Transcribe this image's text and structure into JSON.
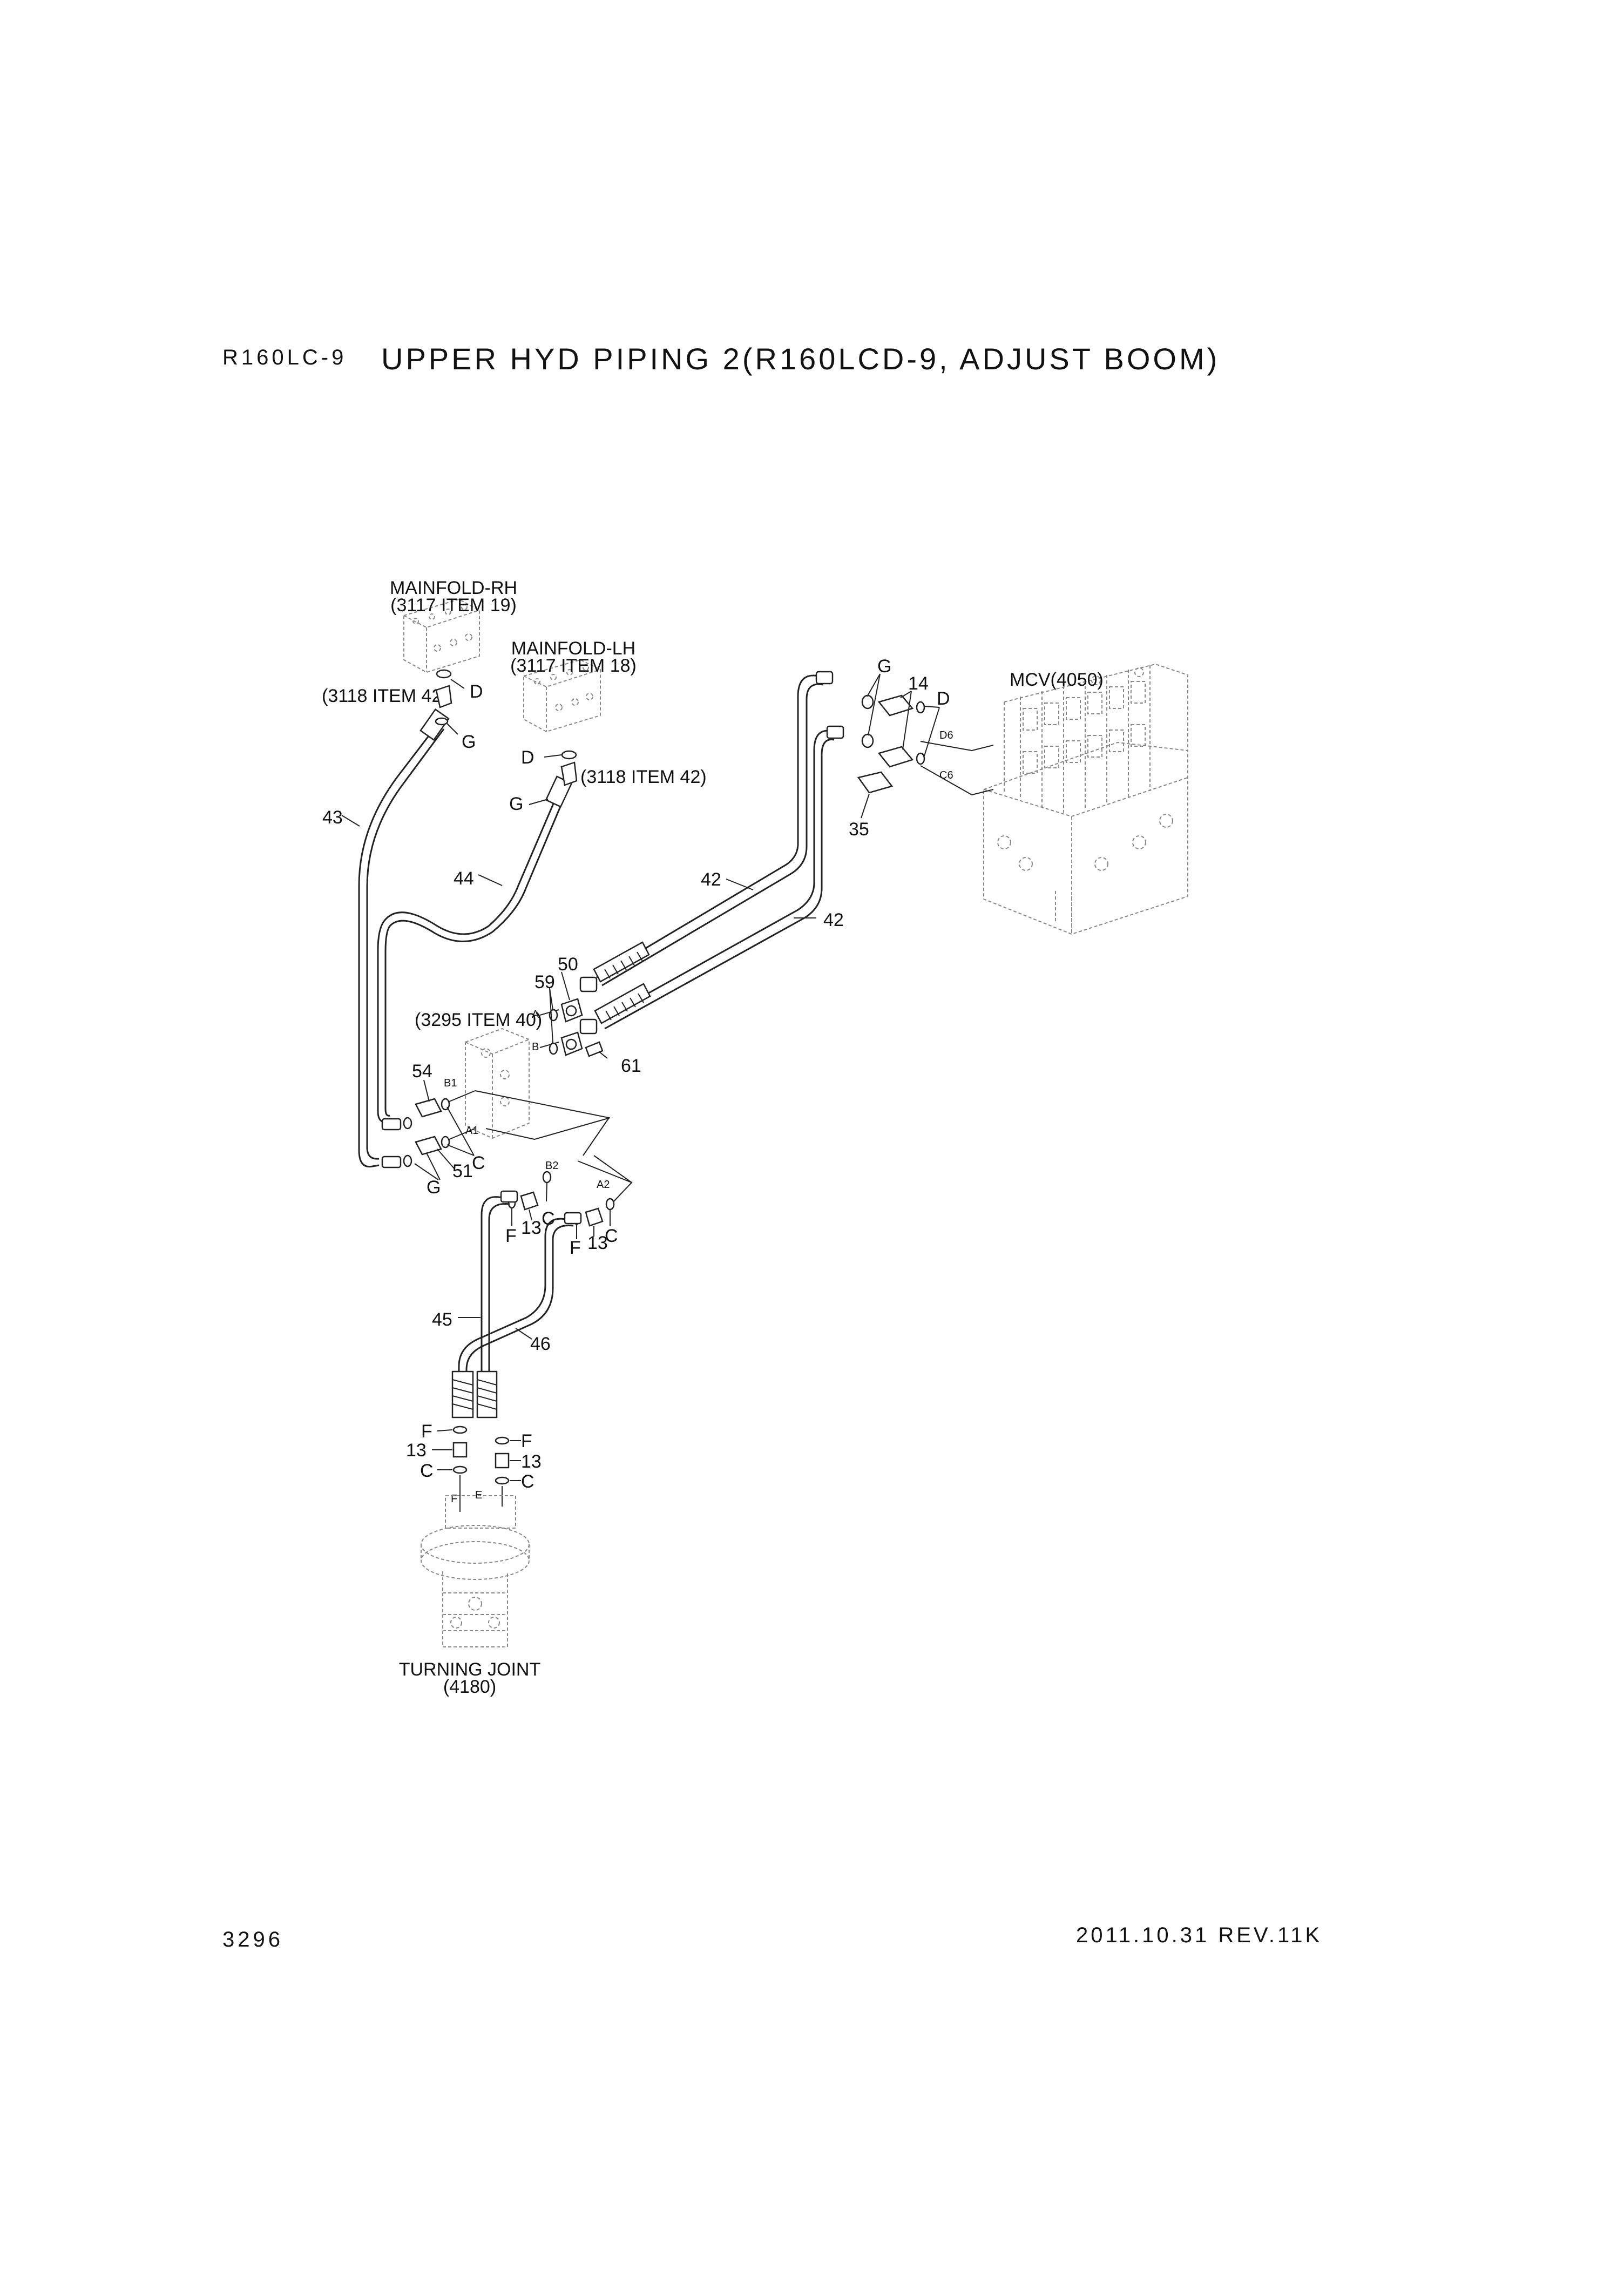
{
  "header": {
    "model": "R160LC-9",
    "title": "UPPER HYD PIPING 2(R160LCD-9, ADJUST BOOM)"
  },
  "footer": {
    "page_number": "3296",
    "revision": "2011.10.31  REV.11K"
  },
  "components": {
    "manifold_rh": "MAINFOLD-RH",
    "manifold_rh_ref": "(3117 ITEM 19)",
    "manifold_lh": "MAINFOLD-LH",
    "manifold_lh_ref": "(3117 ITEM 18)",
    "mcv": "MCV(4050)",
    "item42_ref_rh": "(3118 ITEM 42)",
    "item42_ref_lh": "(3118 ITEM 42)",
    "block_ref": "(3295 ITEM 40)",
    "turning_joint": "TURNING JOINT",
    "turning_joint_ref": "(4180)"
  },
  "port_labels": {
    "a": "A",
    "b": "B",
    "b1": "B1",
    "a1": "A1",
    "b2": "B2",
    "a2": "A2",
    "d6": "D6",
    "c6": "C6",
    "f": "F",
    "e": "E"
  },
  "part_numbers": {
    "p43": "43",
    "p44": "44",
    "p42a": "42",
    "p42b": "42",
    "p14": "14",
    "p35": "35",
    "p50": "50",
    "p59": "59",
    "p61": "61",
    "p54": "54",
    "p51": "51",
    "p13a": "13",
    "p13b": "13",
    "p13c": "13",
    "p13d": "13",
    "p45": "45",
    "p46": "46"
  },
  "seal_letters": {
    "d1": "D",
    "g1": "G",
    "d2": "D",
    "g2": "G",
    "g3": "G",
    "d3": "D",
    "g4": "G",
    "c1": "C",
    "f1": "F",
    "c2": "C",
    "f2": "F",
    "c3": "C",
    "f3": "F",
    "c4": "C",
    "f4": "F",
    "c5": "C"
  }
}
